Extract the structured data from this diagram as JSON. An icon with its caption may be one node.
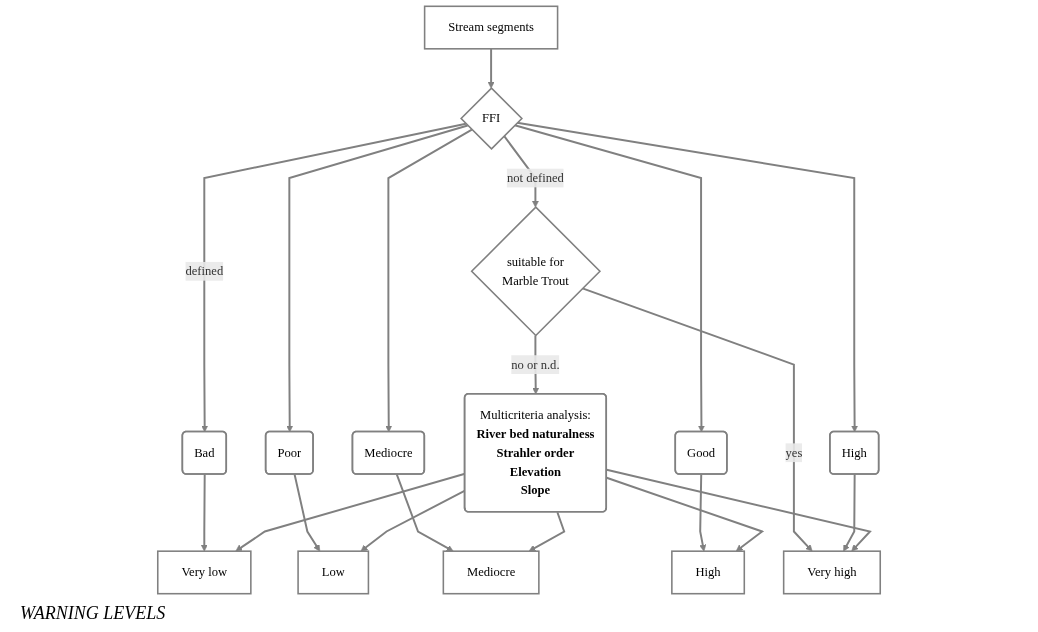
{
  "diagram": {
    "nodes": [
      {
        "text": [
          "Stream segments"
        ]
      },
      {
        "text": [
          "FFI"
        ]
      },
      {
        "text": [
          "suitable for",
          "Marble Trout"
        ]
      },
      {
        "text": [
          "Bad"
        ]
      },
      {
        "text": [
          "Poor"
        ]
      },
      {
        "text": [
          "Mediocre"
        ]
      },
      {
        "text": [
          "Good"
        ]
      },
      {
        "text": [
          "High"
        ]
      },
      {
        "text": [
          "Multicriteria analysis:",
          "**River bed naturalness**",
          "**Strahler order**",
          "**Elevation**",
          "**Slope**"
        ]
      },
      {
        "text": [
          "Very low"
        ]
      },
      {
        "text": [
          "Low"
        ]
      },
      {
        "text": [
          "Mediocre"
        ]
      },
      {
        "text": [
          "High"
        ]
      },
      {
        "text": [
          "Very high"
        ]
      }
    ],
    "edges": [
      {
        "from": 0,
        "to": 1,
        "arrow": "to"
      },
      {
        "from": 1,
        "to": 2,
        "arrow": "to",
        "label": "not defined"
      },
      {
        "from": 1,
        "to": 3,
        "arrow": "to",
        "label": "defined"
      },
      {
        "from": 1,
        "to": 4,
        "arrow": "to"
      },
      {
        "from": 1,
        "to": 5,
        "arrow": "to"
      },
      {
        "from": 1,
        "to": 6,
        "arrow": "to"
      },
      {
        "from": 1,
        "to": 7,
        "arrow": "to"
      },
      {
        "from": 2,
        "to": 8,
        "arrow": "to",
        "label": "no or n.d."
      },
      {
        "from": 2,
        "to": 13,
        "arrow": "to",
        "label": "yes"
      },
      {
        "from": 3,
        "to": 9,
        "arrow": "to"
      },
      {
        "from": 4,
        "to": 10,
        "arrow": "to"
      },
      {
        "from": 5,
        "to": 11,
        "arrow": "to"
      },
      {
        "from": 6,
        "to": 12,
        "arrow": "to"
      },
      {
        "from": 7,
        "to": 13,
        "arrow": "to"
      },
      {
        "from": 8,
        "to": 9,
        "arrow": "to"
      },
      {
        "from": 8,
        "to": 10,
        "arrow": "to"
      },
      {
        "from": 8,
        "to": 11,
        "arrow": "to"
      },
      {
        "from": 8,
        "to": 12,
        "arrow": "to"
      },
      {
        "from": 8,
        "to": 13,
        "arrow": "to"
      }
    ],
    "labels": [
      "WARNING LEVELS"
    ]
  }
}
